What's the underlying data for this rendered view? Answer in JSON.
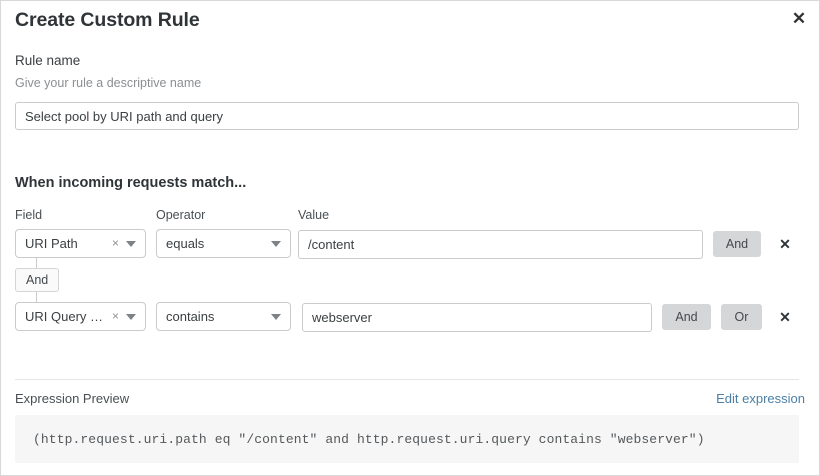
{
  "dialog": {
    "title": "Create Custom Rule",
    "close_icon": "close-icon"
  },
  "rule_name": {
    "label": "Rule name",
    "help": "Give your rule a descriptive name",
    "value": "Select pool by URI path and query",
    "placeholder": "Select pool by URI path and query"
  },
  "conditions": {
    "heading": "When incoming requests match...",
    "columns": {
      "field": "Field",
      "operator": "Operator",
      "value": "Value"
    },
    "connector": {
      "label": "And"
    },
    "rows": [
      {
        "field": "URI Path",
        "field_clear_icon": "clear-icon",
        "field_caret_icon": "chevron-down-icon",
        "operator": "equals",
        "operator_caret_icon": "chevron-down-icon",
        "value": "/content",
        "value_placeholder": "/content",
        "and_label": "And",
        "or_label": "",
        "remove_icon": "close-icon"
      },
      {
        "field": "URI Query St...",
        "field_clear_icon": "clear-icon",
        "field_caret_icon": "chevron-down-icon",
        "operator": "contains",
        "operator_caret_icon": "chevron-down-icon",
        "value": "webserver",
        "value_placeholder": "webserver",
        "and_label": "And",
        "or_label": "Or",
        "remove_icon": "close-icon"
      }
    ]
  },
  "expression": {
    "label": "Expression Preview",
    "edit_link": "Edit expression",
    "code": "(http.request.uri.path eq \"/content\" and http.request.uri.query contains \"webserver\")"
  },
  "colors": {
    "link": "#4b7fa6",
    "logic_button_bg": "#d4d6d8",
    "code_bg": "#f6f6f6",
    "border": "#c9cbcd",
    "text": "#3b4043",
    "muted_text": "#8b8f93"
  }
}
